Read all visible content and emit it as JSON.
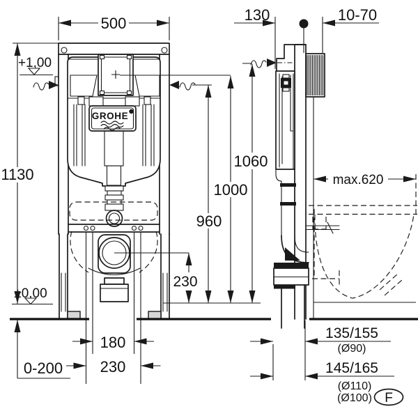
{
  "brand": "GROHE",
  "front": {
    "width": "500",
    "height": "1130",
    "level_top": "+1,00",
    "level_floor": "±0,00",
    "outlet_height": "230",
    "floor_adjust": "0-200",
    "rod_spacing": "180",
    "pipe_spacing": "230"
  },
  "side": {
    "frame_depth": "130",
    "wall_distance": "10-70",
    "height_top": "1060",
    "height_plate": "1000",
    "height_panel": "960",
    "bowl_depth_max": "max.620",
    "drain_offset_1": "135/155",
    "drain_dia_1": "(Ø90)",
    "drain_offset_2": "145/165",
    "drain_dia_2a": "(Ø110)",
    "drain_dia_2b": "(Ø100)",
    "detail_mark": "F"
  }
}
